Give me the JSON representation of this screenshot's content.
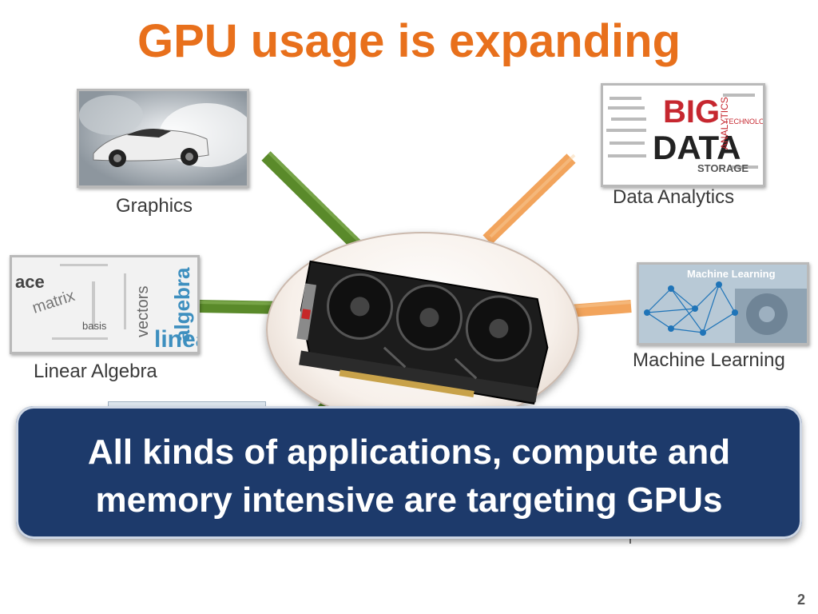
{
  "slide": {
    "title": "GPU usage is expanding",
    "number": "2"
  },
  "applications": {
    "graphics": "Graphics",
    "data_analytics": "Data Analytics",
    "linear_algebra": "Linear Algebra",
    "machine_learning": "Machine Learning"
  },
  "thumbnail_text": {
    "big_data": [
      "BIG",
      "DATA",
      "ANALYTICS",
      "STORAGE",
      "TECHNOLOGIES"
    ],
    "linear_algebra": [
      "ace",
      "matrix",
      "vectors",
      "algebra",
      "basis",
      "linea"
    ],
    "machine_learning": "Machine Learning"
  },
  "banner": {
    "line1": "All kinds of applications, compute and",
    "line2": "memory intensive are targeting GPUs"
  },
  "colors": {
    "title": "#e8701c",
    "banner_bg": "#1d3a6b",
    "arm_green": "#5a8a2a",
    "arm_orange": "#f2a45c"
  }
}
